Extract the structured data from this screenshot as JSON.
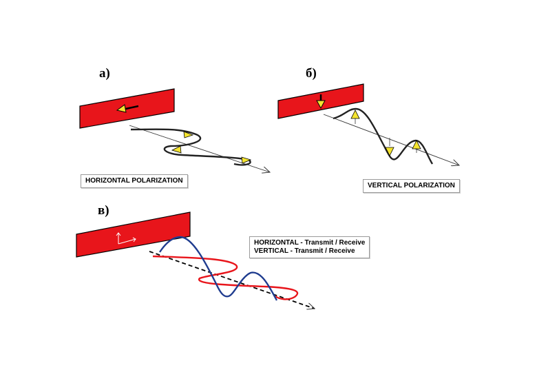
{
  "panels": {
    "a": {
      "label": "а)",
      "caption": "HORIZONTAL POLARIZATION"
    },
    "b": {
      "label": "б)",
      "caption": "VERTICAL POLARIZATION"
    },
    "c": {
      "label": "в)",
      "legend": [
        "HORIZONTAL - Transmit / Receive",
        "VERTICAL - Transmit / Receive"
      ]
    }
  },
  "colors": {
    "antenna": "#e8151b",
    "arrow": "#f4e430",
    "wave": "#222222",
    "wave_horizontal": "#e8151b",
    "wave_vertical": "#1f3c8f"
  }
}
